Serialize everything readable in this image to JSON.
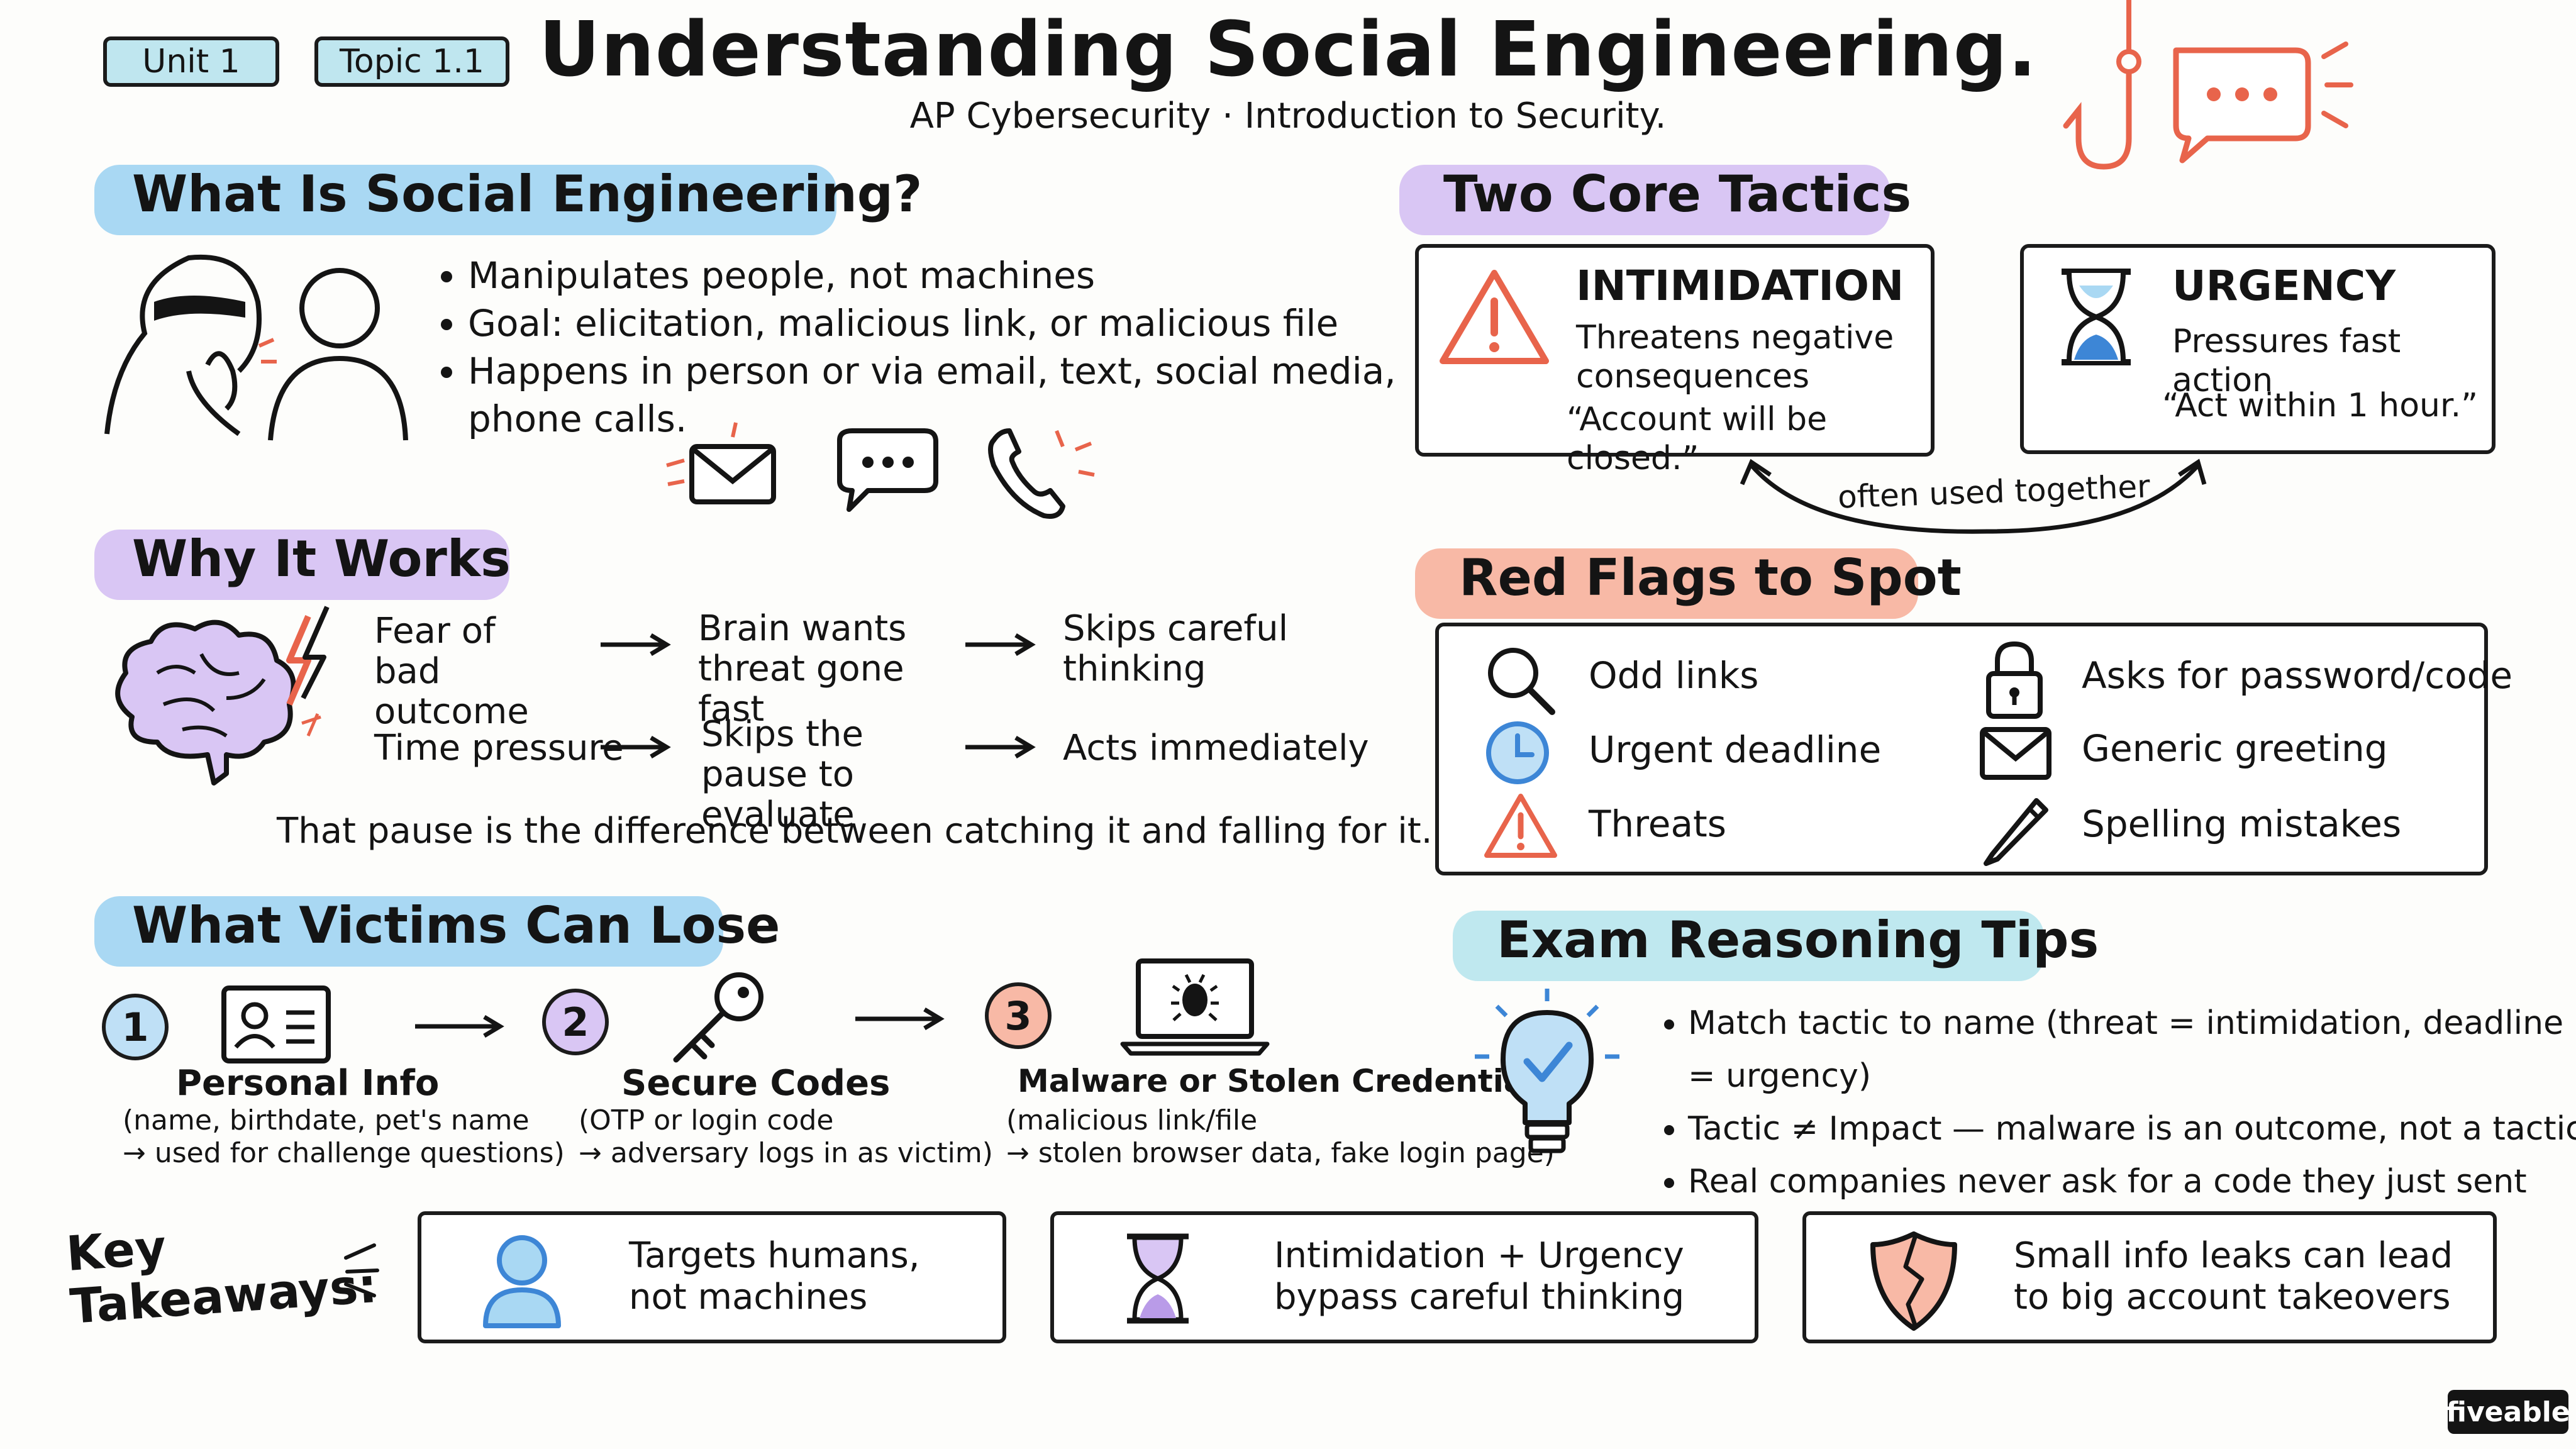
{
  "header": {
    "unit_tag": "Unit 1",
    "topic_tag": "Topic 1.1",
    "title": "Understanding Social Engineering.",
    "subtitle": "AP Cybersecurity · Introduction to Security."
  },
  "what_is": {
    "heading": "What Is Social Engineering?",
    "bullets": [
      "Manipulates people, not machines",
      "Goal: elicitation, malicious link, or malicious file",
      "Happens in person or via email, text, social media, phone calls."
    ],
    "icons": [
      "email-icon",
      "chat-bubble-icon",
      "phone-icon"
    ]
  },
  "why_it_works": {
    "heading": "Why It Works",
    "row1": [
      "Fear of bad outcome",
      "Brain wants threat gone fast",
      "Skips careful thinking"
    ],
    "row2": [
      "Time pressure",
      "Skips the pause to evaluate",
      "Acts immediately"
    ],
    "note": "That pause is the difference between catching it and falling for it."
  },
  "victims_lose": {
    "heading": "What Victims Can Lose",
    "items": [
      {
        "num": "1",
        "title": "Personal Info",
        "line1": "(name, birthdate, pet's name",
        "line2": "→ used for challenge questions)"
      },
      {
        "num": "2",
        "title": "Secure Codes",
        "line1": "(OTP or login code",
        "line2": "→ adversary logs in as victim)"
      },
      {
        "num": "3",
        "title": "Malware or Stolen Credentials",
        "line1": "(malicious link/file",
        "line2": "→ stolen browser data, fake login page)"
      }
    ]
  },
  "tactics": {
    "heading": "Two Core Tactics",
    "intimidation": {
      "title": "INTIMIDATION",
      "line1": "Threatens negative",
      "line2": "consequences",
      "quote": "“Account will be closed.”"
    },
    "urgency": {
      "title": "URGENCY",
      "line1": "Pressures fast action",
      "quote": "“Act within 1 hour.”"
    },
    "connector": "often used together"
  },
  "red_flags": {
    "heading": "Red Flags to Spot",
    "items": [
      "Odd links",
      "Urgent deadline",
      "Threats",
      "Asks for password/code",
      "Generic greeting",
      "Spelling mistakes"
    ]
  },
  "exam_tips": {
    "heading": "Exam Reasoning Tips",
    "bullets": [
      "Match tactic to name (threat = intimidation, deadline = urgency)",
      "Tactic ≠ Impact — malware is an outcome, not a tactic",
      "Real companies never ask for a code they just sent you."
    ]
  },
  "takeaways": {
    "label_line1": "Key",
    "label_line2": "Takeaways:",
    "items": [
      {
        "line1": "Targets humans,",
        "line2": "not machines"
      },
      {
        "line1": "Intimidation + Urgency",
        "line2": "bypass careful thinking"
      },
      {
        "line1": "Small info leaks can lead",
        "line2": "to big account takeovers"
      }
    ]
  },
  "brand": "fiveable",
  "colors": {
    "blue_highlight": "#a9d8f3",
    "purple_highlight": "#d9c6f4",
    "red_highlight": "#f8b9a6",
    "teal_highlight": "#bfe8ef",
    "accent_red": "#e8644b",
    "accent_blue": "#3d86d6"
  }
}
